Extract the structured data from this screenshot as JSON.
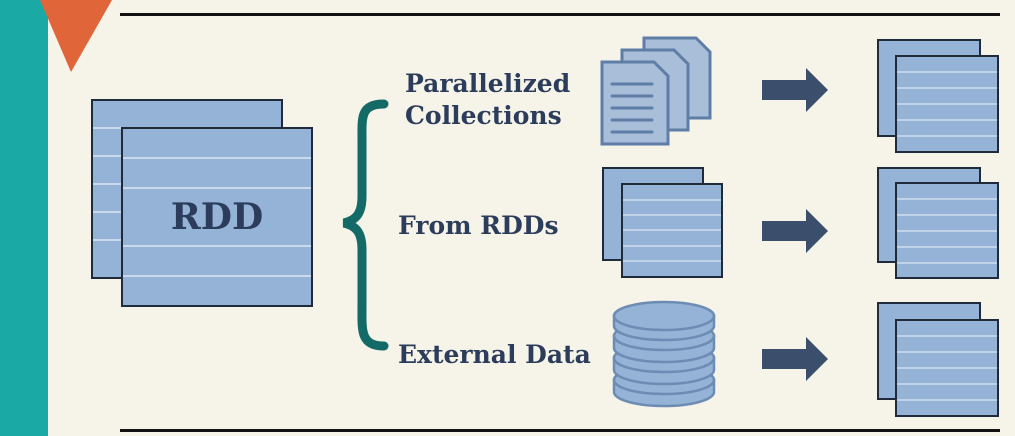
{
  "diagram": {
    "center": {
      "label": "RDD"
    },
    "sources": [
      {
        "label_line1": "Parallelized",
        "label_line2": "Collections",
        "source_icon": "documents-icon"
      },
      {
        "label": "From RDDs",
        "source_icon": "rdd-stack-icon"
      },
      {
        "label": "External Data",
        "source_icon": "database-icon"
      }
    ],
    "result_icon": "rdd-stack-icon",
    "arrow_icon": "right-arrow-icon"
  },
  "colors": {
    "background": "#f6f3e8",
    "teal": "#1aa9a5",
    "orange": "#e0663a",
    "block_fill": "#95b3d7",
    "block_stroke": "#1f2b3a",
    "text": "#2c3d5c",
    "arrow": "#3b4e6b",
    "brace": "#136a66"
  }
}
